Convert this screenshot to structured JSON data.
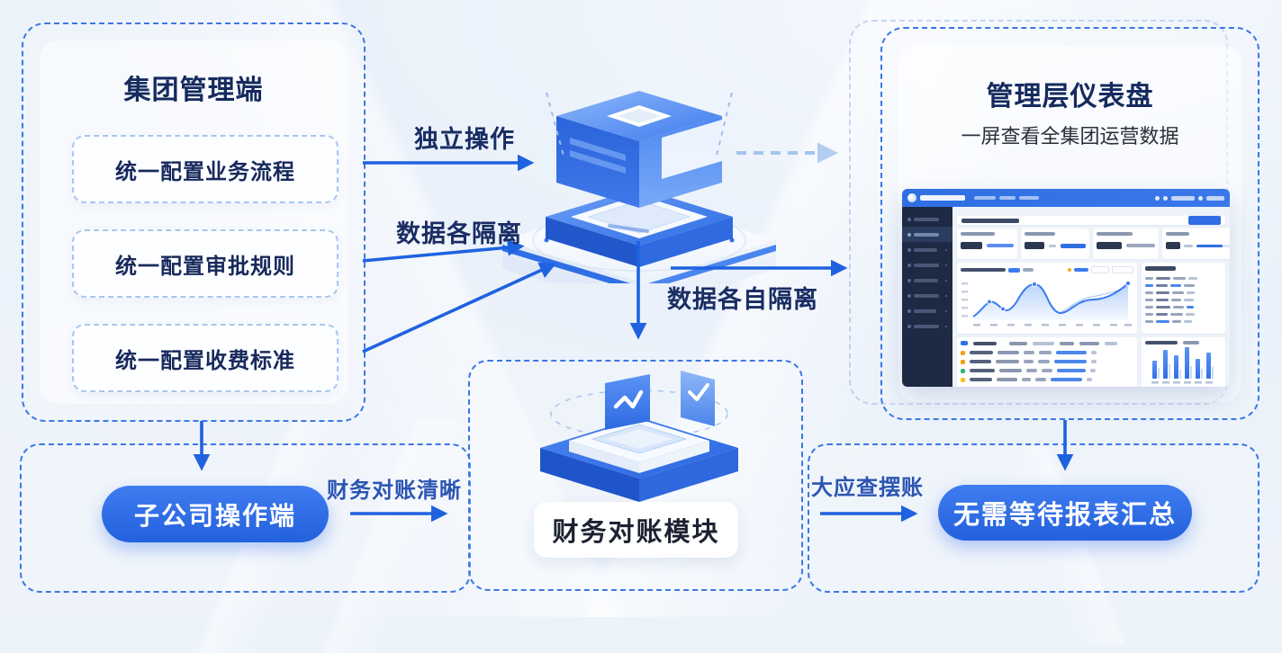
{
  "colors": {
    "accent": "#2563e8",
    "navy": "#16295a",
    "arrow_blue": "#1f62e0",
    "pill_blue": "#2b6ae0",
    "dashed_border": "#3b78e5",
    "light_dashed": "#a9c7f0",
    "label_blue": "#2c55b2"
  },
  "group_panel": {
    "title": "集团管理端",
    "items": [
      "统一配置业务流程",
      "统一配置审批规则",
      "统一配置收费标准"
    ]
  },
  "arrow_labels": {
    "independent": "独立操作",
    "isolation": "数据各隔离",
    "self_isolation": "数据各自隔离",
    "clear_reconciliation": "财务对账清晰",
    "audit_anytime": "大应查摆账"
  },
  "dashboard_panel": {
    "title": "管理层仪表盘",
    "subtitle": "一屏查看全集团运营数据"
  },
  "finance_module": {
    "label": "财务对账模块"
  },
  "subsidiary_pill": {
    "label": "子公司操作端"
  },
  "report_pill": {
    "label": "无需等待报表汇总"
  }
}
